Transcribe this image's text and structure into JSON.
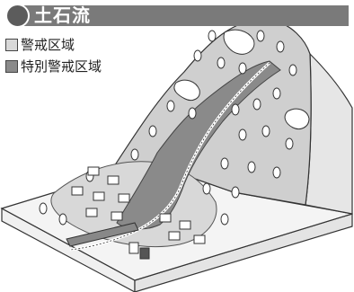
{
  "title": "土石流",
  "legend": [
    {
      "label": "警戒区域",
      "color": "#d8d8d8"
    },
    {
      "label": "特別警戒区域",
      "color": "#8a8a8a"
    }
  ],
  "colors": {
    "header": "#7a7a7a",
    "warning_area": "#d8d8d8",
    "special_warning_area": "#8a8a8a",
    "ground": "#eeeeee",
    "outline": "#333333"
  }
}
